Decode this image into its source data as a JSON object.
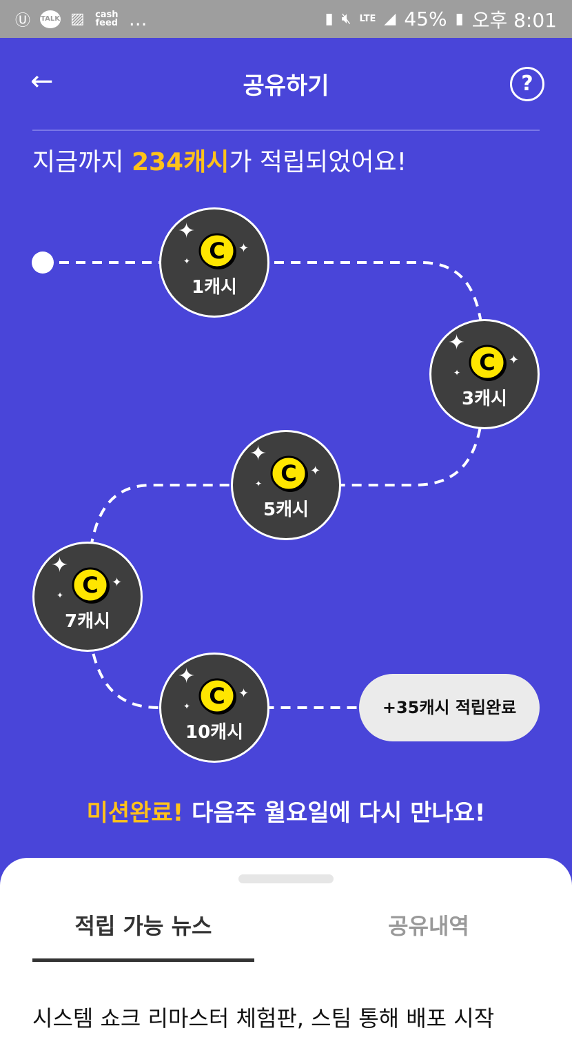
{
  "status_bar": {
    "left_icons": [
      "u-plus-icon",
      "kakaotalk-icon",
      "gallery-icon",
      "cashfeed-icon"
    ],
    "talk_label": "TALK",
    "cashfeed_label": "cash feed",
    "more": "...",
    "lte": "LTE",
    "battery": "45%",
    "time": "오후 8:01"
  },
  "header": {
    "title": "공유하기"
  },
  "summary": {
    "prefix": "지금까지 ",
    "amount": "234캐시",
    "suffix": "가 적립되었어요!"
  },
  "steps": [
    {
      "label": "1캐시"
    },
    {
      "label": "3캐시"
    },
    {
      "label": "5캐시"
    },
    {
      "label": "7캐시"
    },
    {
      "label": "10캐시"
    }
  ],
  "reward_pill": "+35캐시 적립완료",
  "mission": {
    "highlight": "미션완료!",
    "text": " 다음주 월요일에 다시 만나요!"
  },
  "tabs": [
    {
      "label": "적립 가능 뉴스",
      "active": true
    },
    {
      "label": "공유내역",
      "active": false
    }
  ],
  "news": [
    {
      "title": "시스템 쇼크 리마스터 체험판, 스팀 통해 배포 시작"
    }
  ],
  "colors": {
    "background": "#4945d9",
    "accent": "#ffc21a",
    "node": "#3e3e3e",
    "coin": "#ffe600"
  }
}
